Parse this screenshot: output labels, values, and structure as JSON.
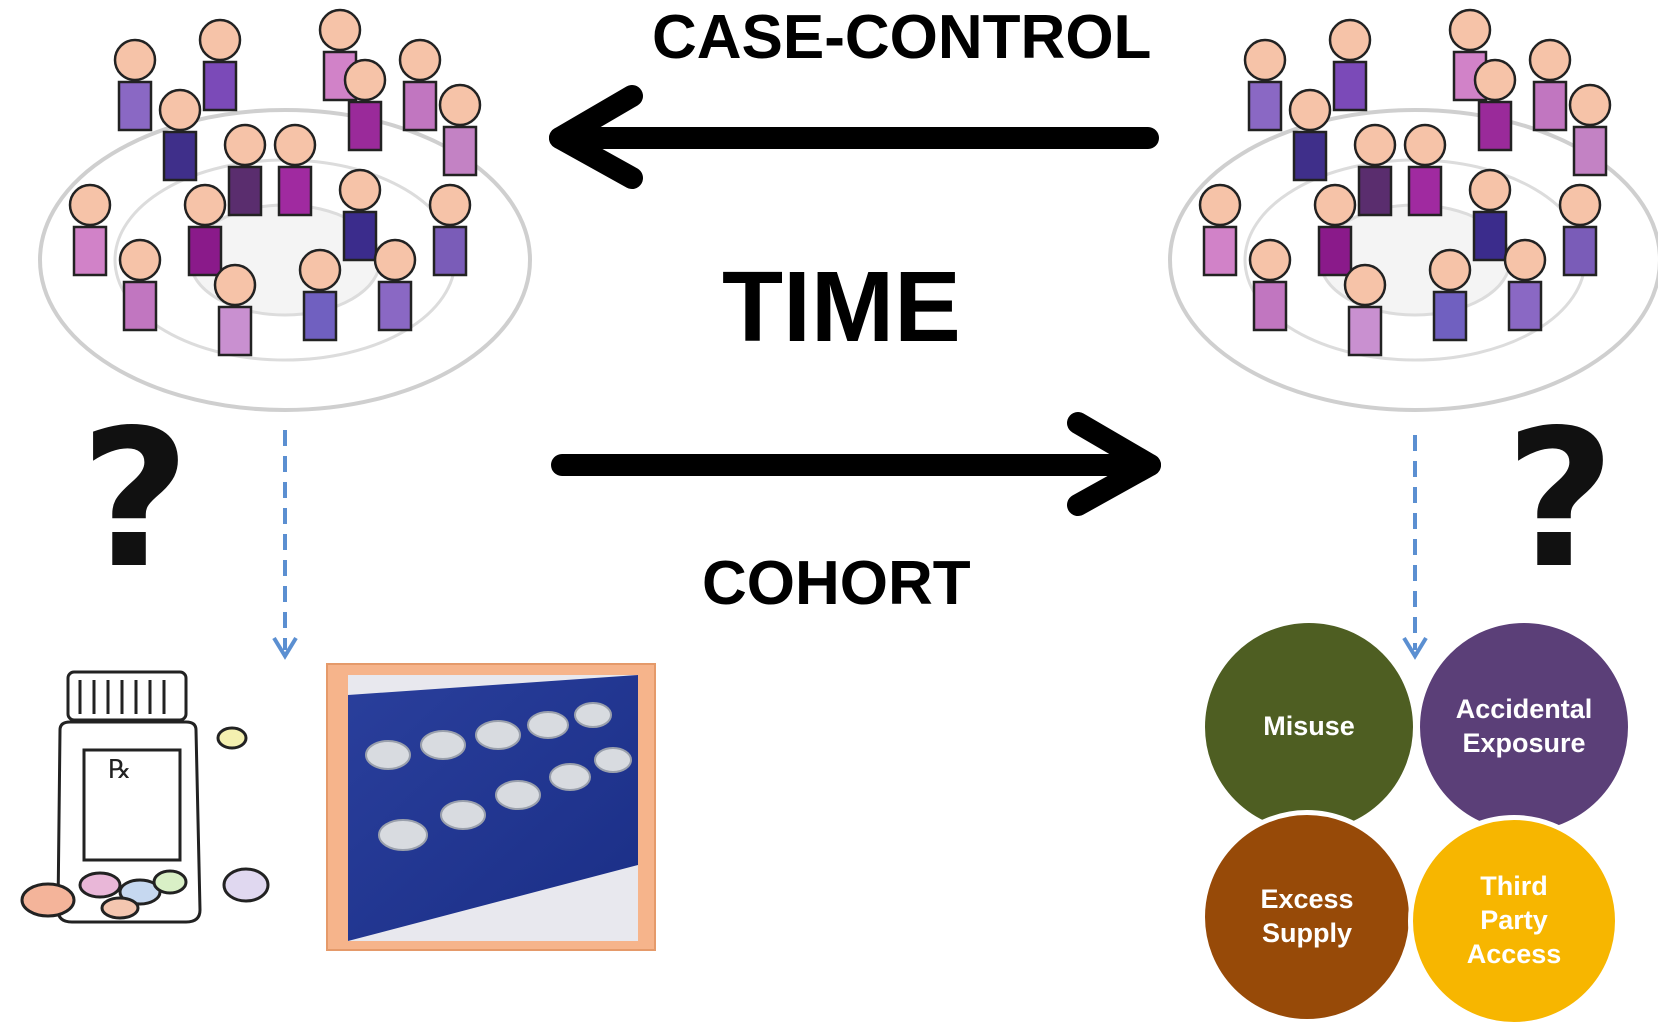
{
  "diagram": {
    "top_label": "CASE-CONTROL",
    "middle_label": "TIME",
    "bottom_label": "COHORT",
    "question_mark": "?",
    "outcome_circles": {
      "misuse": "Misuse",
      "accidental_exposure": [
        "Accidental",
        "Exposure"
      ],
      "excess_supply": [
        "Excess",
        "Supply"
      ],
      "third_party_access": [
        "Third",
        "Party",
        "Access"
      ]
    },
    "colors": {
      "misuse": "#4e5e22",
      "accidental_exposure": "#5b3f78",
      "excess_supply": "#974a08",
      "third_party_access": "#f7b600",
      "dashed_arrow": "#5b8fd1",
      "photo_frame": "#f6b48b"
    },
    "icons": [
      "crowd-illustration",
      "prescription-bottle-icon",
      "pill-blister-pack-photo",
      "arrow-left-icon",
      "arrow-right-icon"
    ]
  }
}
